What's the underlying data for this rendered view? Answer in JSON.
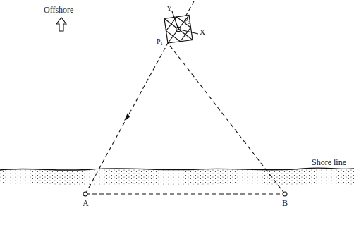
{
  "diagram": {
    "labels": [
      "Offshore",
      "Y",
      "P₂",
      "X",
      "P₁",
      "Shore line",
      "A",
      "B"
    ]
  }
}
